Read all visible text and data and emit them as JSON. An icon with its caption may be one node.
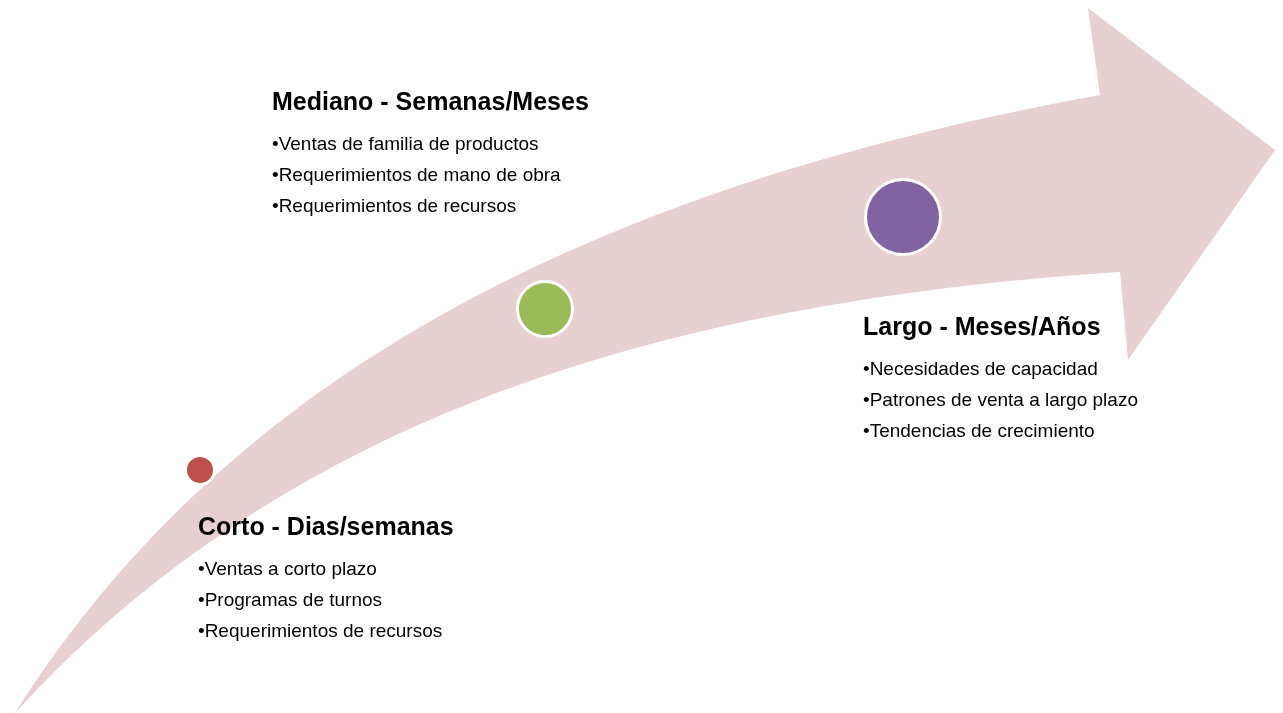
{
  "diagram": {
    "nodes": [
      {
        "text": [],
        "shape": "circle",
        "beside": [
          "Corto - Dias/semanas",
          "•Ventas a corto plazo",
          "•Programas de turnos",
          "•Requerimientos de recursos"
        ]
      },
      {
        "text": [],
        "shape": "circle",
        "beside": [
          "Mediano - Semanas/Meses",
          "•Ventas de familia de productos",
          "•Requerimientos de mano de obra",
          "•Requerimientos de recursos"
        ]
      },
      {
        "text": [],
        "shape": "circle",
        "beside": [
          "Largo - Meses/Años",
          "•Necesidades de capacidad",
          "•Patrones de venta a largo plazo",
          "•Tendencias de crecimiento"
        ]
      }
    ]
  }
}
